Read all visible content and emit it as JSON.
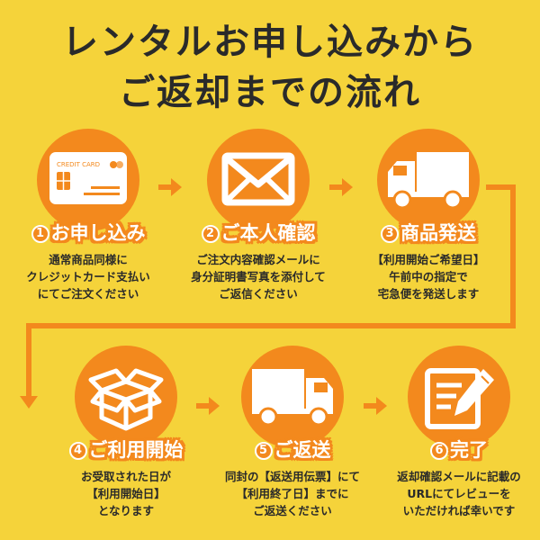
{
  "title": {
    "line1": "レンタルお申し込みから",
    "line2": "ご返却までの流れ"
  },
  "colors": {
    "background": "#f5d33a",
    "accent": "#f3891d",
    "text": "#2a2a2a",
    "icon": "#ffffff"
  },
  "steps": [
    {
      "number": "1",
      "title": "お申し込み",
      "icon": "credit-card-icon",
      "card_text": "CREDIT CARD",
      "description": [
        "通常商品同様に",
        "クレジットカード支払い",
        "にてご注文ください"
      ]
    },
    {
      "number": "2",
      "title": "ご本人確認",
      "icon": "envelope-icon",
      "description": [
        "ご注文内容確認メールに",
        "身分証明書写真を添付して",
        "ご返信ください"
      ]
    },
    {
      "number": "3",
      "title": "商品発送",
      "icon": "truck-icon",
      "description": [
        "【利用開始ご希望日】",
        "午前中の指定で",
        "宅急便を発送します"
      ]
    },
    {
      "number": "4",
      "title": "ご利用開始",
      "icon": "open-box-icon",
      "description": [
        "お受取された日が",
        "【利用開始日】",
        "となります"
      ]
    },
    {
      "number": "5",
      "title": "ご返送",
      "icon": "truck-icon",
      "description": [
        "同封の【返送用伝票】にて",
        "【利用終了日】までに",
        "ご返送ください"
      ]
    },
    {
      "number": "6",
      "title": "完了",
      "icon": "review-pencil-icon",
      "description": [
        "返却確認メールに記載の",
        "URLにてレビューを",
        "いただければ幸いです"
      ]
    }
  ]
}
